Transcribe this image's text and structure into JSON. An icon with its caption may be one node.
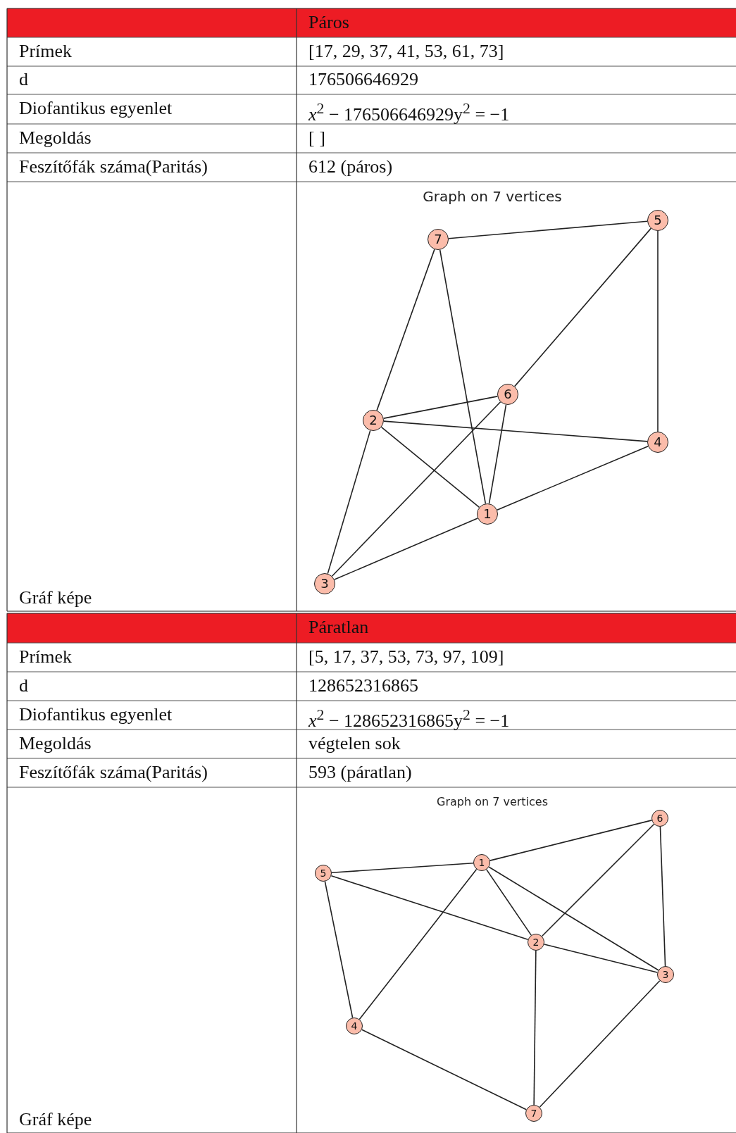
{
  "diagram": {
    "nodes": [
      {
        "text": [
          "5"
        ]
      },
      {
        "text": [
          "7"
        ]
      },
      {
        "text": [
          "6"
        ]
      },
      {
        "text": [
          "2"
        ]
      },
      {
        "text": [
          "4"
        ]
      },
      {
        "text": [
          "1"
        ]
      },
      {
        "text": [
          "3"
        ]
      },
      {
        "text": [
          "6"
        ]
      },
      {
        "text": [
          "1"
        ]
      },
      {
        "text": [
          "5"
        ]
      },
      {
        "text": [
          "2"
        ]
      },
      {
        "text": [
          "3"
        ]
      },
      {
        "text": [
          "4"
        ]
      },
      {
        "text": [
          "7"
        ]
      }
    ],
    "edges": [
      {
        "from": 1,
        "to": 0,
        "arrow": "none"
      },
      {
        "from": 1,
        "to": 3,
        "arrow": "none"
      },
      {
        "from": 1,
        "to": 5,
        "arrow": "none"
      },
      {
        "from": 0,
        "to": 2,
        "arrow": "none"
      },
      {
        "from": 0,
        "to": 4,
        "arrow": "none"
      },
      {
        "from": 2,
        "to": 3,
        "arrow": "none"
      },
      {
        "from": 2,
        "to": 5,
        "arrow": "none"
      },
      {
        "from": 2,
        "to": 6,
        "arrow": "none"
      },
      {
        "from": 3,
        "to": 4,
        "arrow": "none"
      },
      {
        "from": 3,
        "to": 5,
        "arrow": "none"
      },
      {
        "from": 3,
        "to": 6,
        "arrow": "none"
      },
      {
        "from": 5,
        "to": 4,
        "arrow": "none"
      },
      {
        "from": 5,
        "to": 6,
        "arrow": "none"
      },
      {
        "from": 8,
        "to": 7,
        "arrow": "none"
      },
      {
        "from": 8,
        "to": 9,
        "arrow": "none"
      },
      {
        "from": 8,
        "to": 10,
        "arrow": "none"
      },
      {
        "from": 8,
        "to": 11,
        "arrow": "none"
      },
      {
        "from": 8,
        "to": 12,
        "arrow": "none"
      },
      {
        "from": 9,
        "to": 10,
        "arrow": "none"
      },
      {
        "from": 9,
        "to": 12,
        "arrow": "none"
      },
      {
        "from": 7,
        "to": 10,
        "arrow": "none"
      },
      {
        "from": 7,
        "to": 11,
        "arrow": "none"
      },
      {
        "from": 10,
        "to": 11,
        "arrow": "none"
      },
      {
        "from": 10,
        "to": 13,
        "arrow": "none"
      },
      {
        "from": 11,
        "to": 13,
        "arrow": "none"
      },
      {
        "from": 12,
        "to": 13,
        "arrow": "none"
      }
    ],
    "labels": [
      "Páros",
      "Prímek",
      "[17, 29, 37, 41, 53, 61, 73]",
      "d",
      "176506646929",
      "Diofantikus egyenlet",
      "*x*$^{2}$ − 176506646929y$^{2}$ = −1",
      "Megoldás",
      "[ ]",
      "Feszítőfák száma(Paritás)",
      "612 (páros)",
      "Gráf képe",
      "Graph on 7 vertices",
      "Páratlan",
      "Prímek",
      "[5, 17, 37, 53, 73, 97, 109]",
      "d",
      "128652316865",
      "Diofantikus egyenlet",
      "*x*$^{2}$ − 128652316865y$^{2}$ = −1",
      "Megoldás",
      "végtelen sok",
      "Feszítőfák száma(Paritás)",
      "593 (páratlan)",
      "Gráf képe",
      "Graph on 7 vertices"
    ]
  }
}
